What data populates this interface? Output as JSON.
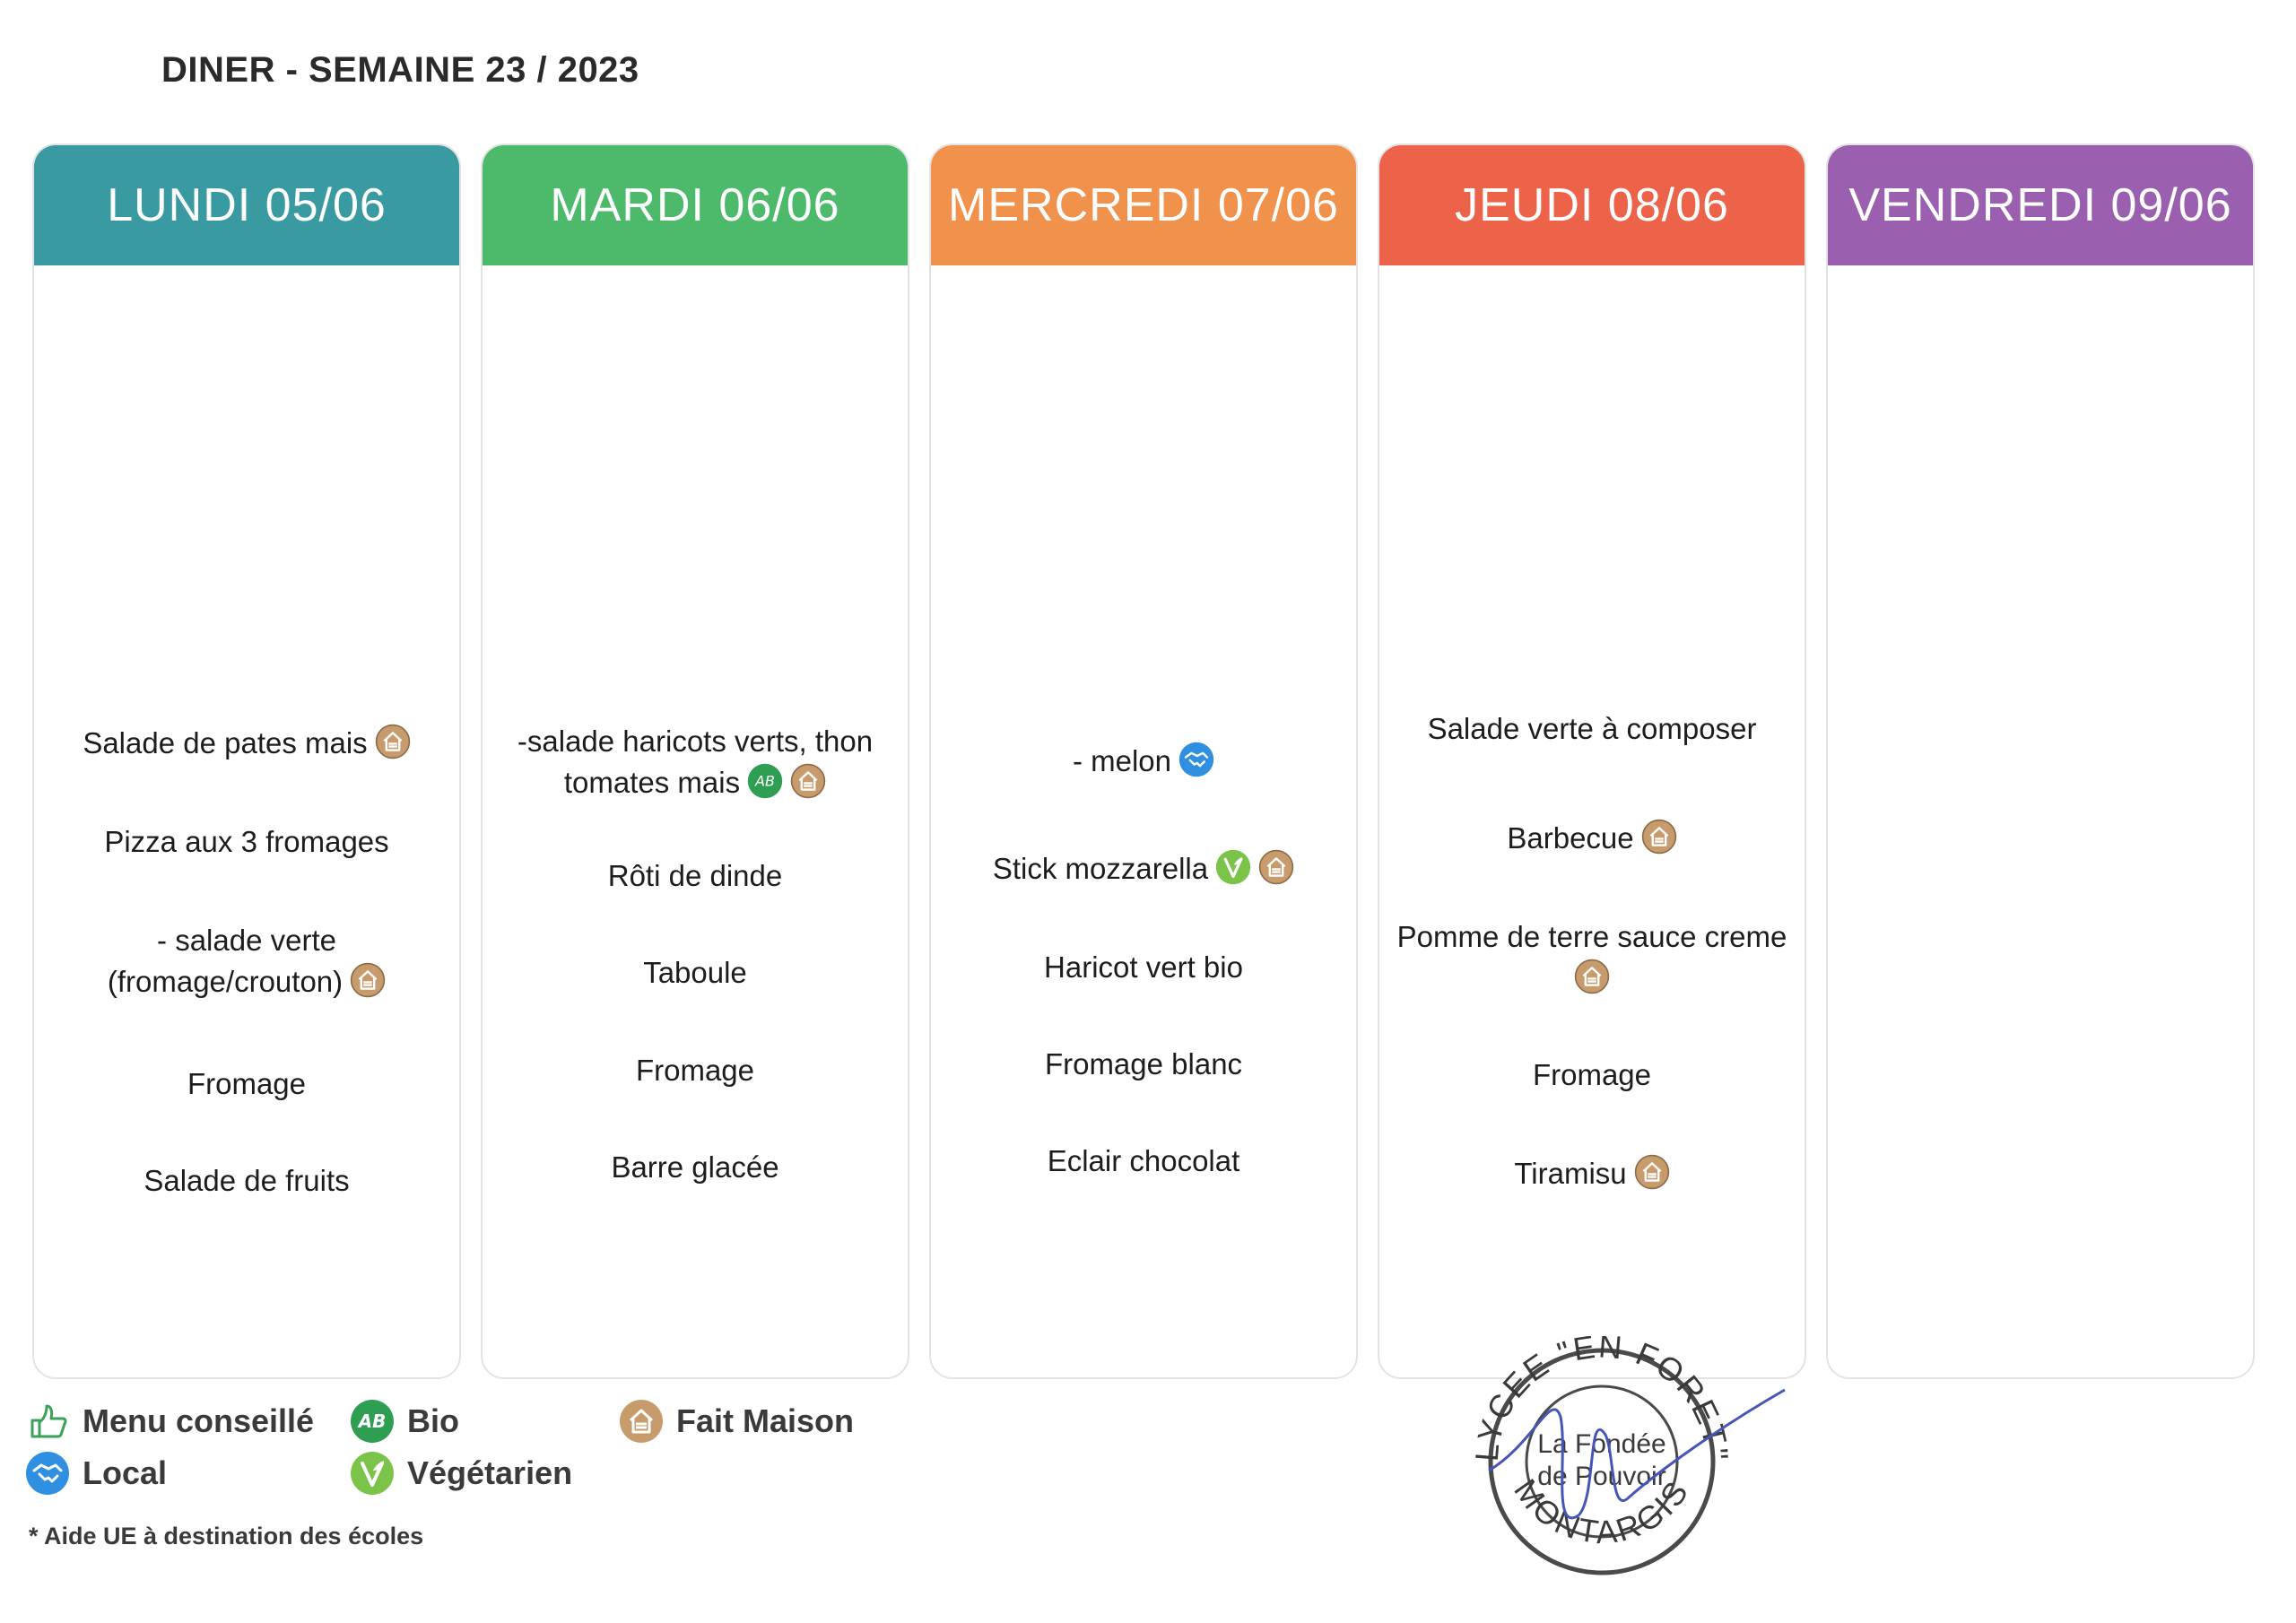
{
  "title": "DINER - SEMAINE 23 / 2023",
  "colors": {
    "lundi": "#3a9aa2",
    "mardi": "#4cba6a",
    "mercredi": "#f0914c",
    "jeudi": "#ec634a",
    "vendredi": "#9a5fae",
    "bio": "#2d9e52",
    "vegetarien": "#7cc34a",
    "local": "#2f8fe0",
    "fait_maison": "#c79b6b",
    "menu_conseille": "#3aa25a"
  },
  "days": [
    {
      "header": "LUNDI 05/06",
      "dishes": [
        {
          "text": "Salade de pates mais",
          "icons": [
            "fait-maison"
          ]
        },
        {
          "text": "Pizza aux 3 fromages",
          "icons": []
        },
        {
          "line1": "- salade verte",
          "text": "(fromage/crouton)",
          "icons": [
            "fait-maison"
          ]
        },
        {
          "text": "Fromage",
          "icons": []
        },
        {
          "text": "Salade de fruits",
          "icons": []
        }
      ]
    },
    {
      "header": "MARDI 06/06",
      "dishes": [
        {
          "line1": "-salade haricots verts, thon",
          "text": "tomates mais",
          "icons": [
            "bio",
            "fait-maison"
          ]
        },
        {
          "text": "Rôti de dinde",
          "icons": []
        },
        {
          "text": "Taboule",
          "icons": []
        },
        {
          "text": "Fromage",
          "icons": []
        },
        {
          "text": "Barre glacée",
          "icons": []
        }
      ]
    },
    {
      "header": "MERCREDI 07/06",
      "dishes": [
        {
          "text": "- melon",
          "icons": [
            "local"
          ]
        },
        {
          "text": "Stick mozzarella",
          "icons": [
            "vegetarien",
            "fait-maison"
          ]
        },
        {
          "text": "Haricot vert bio",
          "icons": []
        },
        {
          "text": "Fromage blanc",
          "icons": []
        },
        {
          "text": "Eclair chocolat",
          "icons": []
        }
      ]
    },
    {
      "header": "JEUDI 08/06",
      "dishes": [
        {
          "text": "Salade verte à composer",
          "icons": []
        },
        {
          "text": "Barbecue",
          "icons": [
            "fait-maison"
          ]
        },
        {
          "line1": "Pomme de terre sauce creme",
          "text": "",
          "icons": [
            "fait-maison"
          ]
        },
        {
          "text": "Fromage",
          "icons": []
        },
        {
          "text": "Tiramisu",
          "icons": [
            "fait-maison"
          ]
        }
      ]
    },
    {
      "header": "VENDREDI 09/06",
      "dishes": []
    }
  ],
  "legend": {
    "menu_conseille": "Menu conseillé",
    "bio": "Bio",
    "fait_maison": "Fait Maison",
    "local": "Local",
    "vegetarien": "Végétarien"
  },
  "footnote": "* Aide UE à destination des écoles",
  "stamp": {
    "top": "LYCEE \"EN FORET\"",
    "bottom": "MONTARGIS",
    "center_line1": "La Fondée",
    "center_line2": "de Pouvoir"
  }
}
